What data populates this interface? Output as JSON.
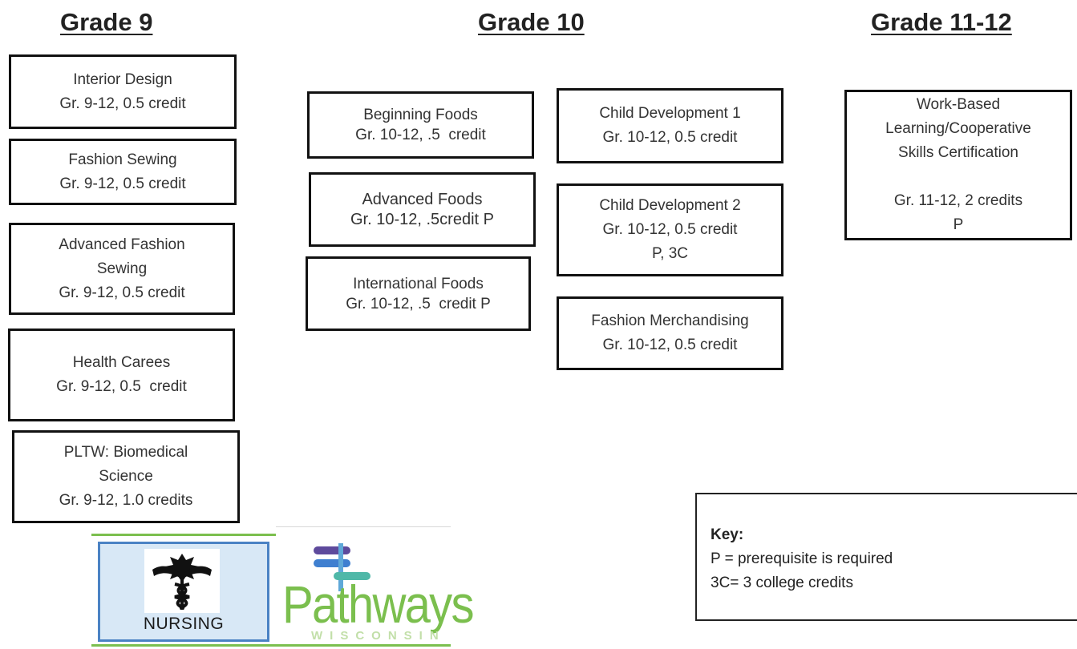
{
  "headings": {
    "grade9": "Grade 9",
    "grade10": "Grade 10",
    "grade11_12": "Grade 11-12"
  },
  "courses": {
    "interior_design": "Interior Design\nGr. 9-12, 0.5 credit",
    "fashion_sewing": "Fashion Sewing\nGr. 9-12, 0.5 credit",
    "advanced_fashion_sewing": "Advanced Fashion\nSewing\nGr. 9-12, 0.5 credit",
    "health_careers": "Health Carees\nGr. 9-12, 0.5  credit",
    "pltw_biomedical": "PLTW: Biomedical\nScience\nGr. 9-12, 1.0 credits",
    "beginning_foods": "Beginning Foods\nGr. 10-12, .5  credit",
    "advanced_foods": "Advanced Foods\nGr. 10-12, .5credit P",
    "international_foods": "International Foods\nGr. 10-12, .5  credit P",
    "child_dev_1": "Child Development 1\nGr. 10-12, 0.5 credit",
    "child_dev_2": "Child Development 2\nGr. 10-12, 0.5 credit\nP, 3C",
    "fashion_merch": "Fashion Merchandising\nGr. 10-12, 0.5 credit",
    "work_based": "Work-Based\nLearning/Cooperative\nSkills Certification\n\nGr. 11-12, 2 credits\nP"
  },
  "key": {
    "title": "Key:",
    "line1": "P = prerequisite is required",
    "line2": "3C= 3 college credits"
  },
  "logos": {
    "nursing_label": "NURSING",
    "pathways_word": "Pathways",
    "pathways_sub": "WISCONSIN",
    "nursing_icon": "caduceus-icon",
    "pathways_icon": "signpost-icon"
  },
  "colors": {
    "pathways_green": "#7bbf4e",
    "nursing_blue": "#4a82c4",
    "signpost_purple": "#5e4a9c",
    "signpost_blue": "#3f7fd0",
    "signpost_teal": "#4fb8a8"
  }
}
